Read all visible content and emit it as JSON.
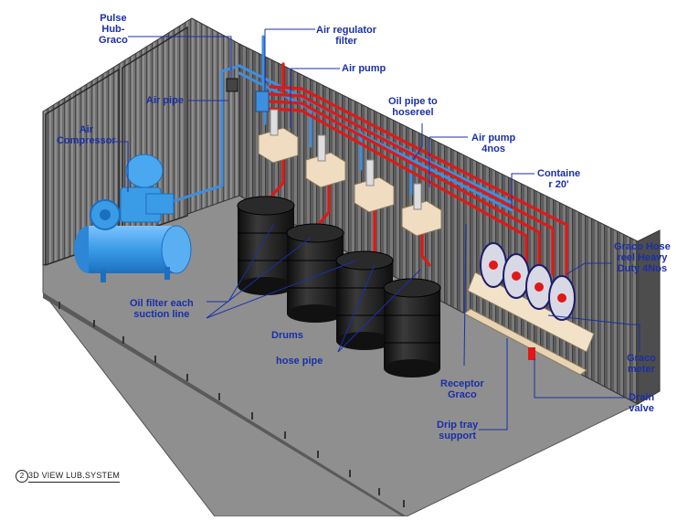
{
  "labels": {
    "pulse_hub": [
      "Pulse",
      "Hub-",
      "Graco"
    ],
    "air_regulator": [
      "Air regulator",
      "filter"
    ],
    "air_pump": "Air pump",
    "air_pipe": "Air pipe",
    "oil_pipe": [
      "Oil pipe to",
      "hosereel"
    ],
    "air_pump_4nos": [
      "Air pump",
      "4nos"
    ],
    "air_compressor": [
      "Air",
      "Compressor"
    ],
    "container": [
      "Containe",
      "r 20'"
    ],
    "hose_reel": [
      "Graco Hose",
      "reel Heavy",
      "Duty 4Nos"
    ],
    "oil_filter": [
      "Oil filter each",
      "suction line"
    ],
    "drums": "Drums",
    "hose_pipe": "hose pipe",
    "graco_meter": [
      "Graco",
      "meter"
    ],
    "receptor": [
      "Receptor",
      "Graco"
    ],
    "drain_valve": [
      "Drain",
      "valve"
    ],
    "drip_tray": [
      "Drip tray",
      "support"
    ]
  },
  "caption": {
    "number": "2",
    "text": "3D VIEW LUB.SYSTEM"
  },
  "colors": {
    "label_text": "#1a2fa8",
    "leader_line": "#1a2fa8",
    "container_wall": "#5a5a5a",
    "floor": "#8f8f8f",
    "air_pipe": "#3d8fe0",
    "oil_pipe": "#e01818",
    "compressor": "#3a9be6",
    "drum": "#1e1e1e",
    "pump_box": "#f0dcc0"
  }
}
